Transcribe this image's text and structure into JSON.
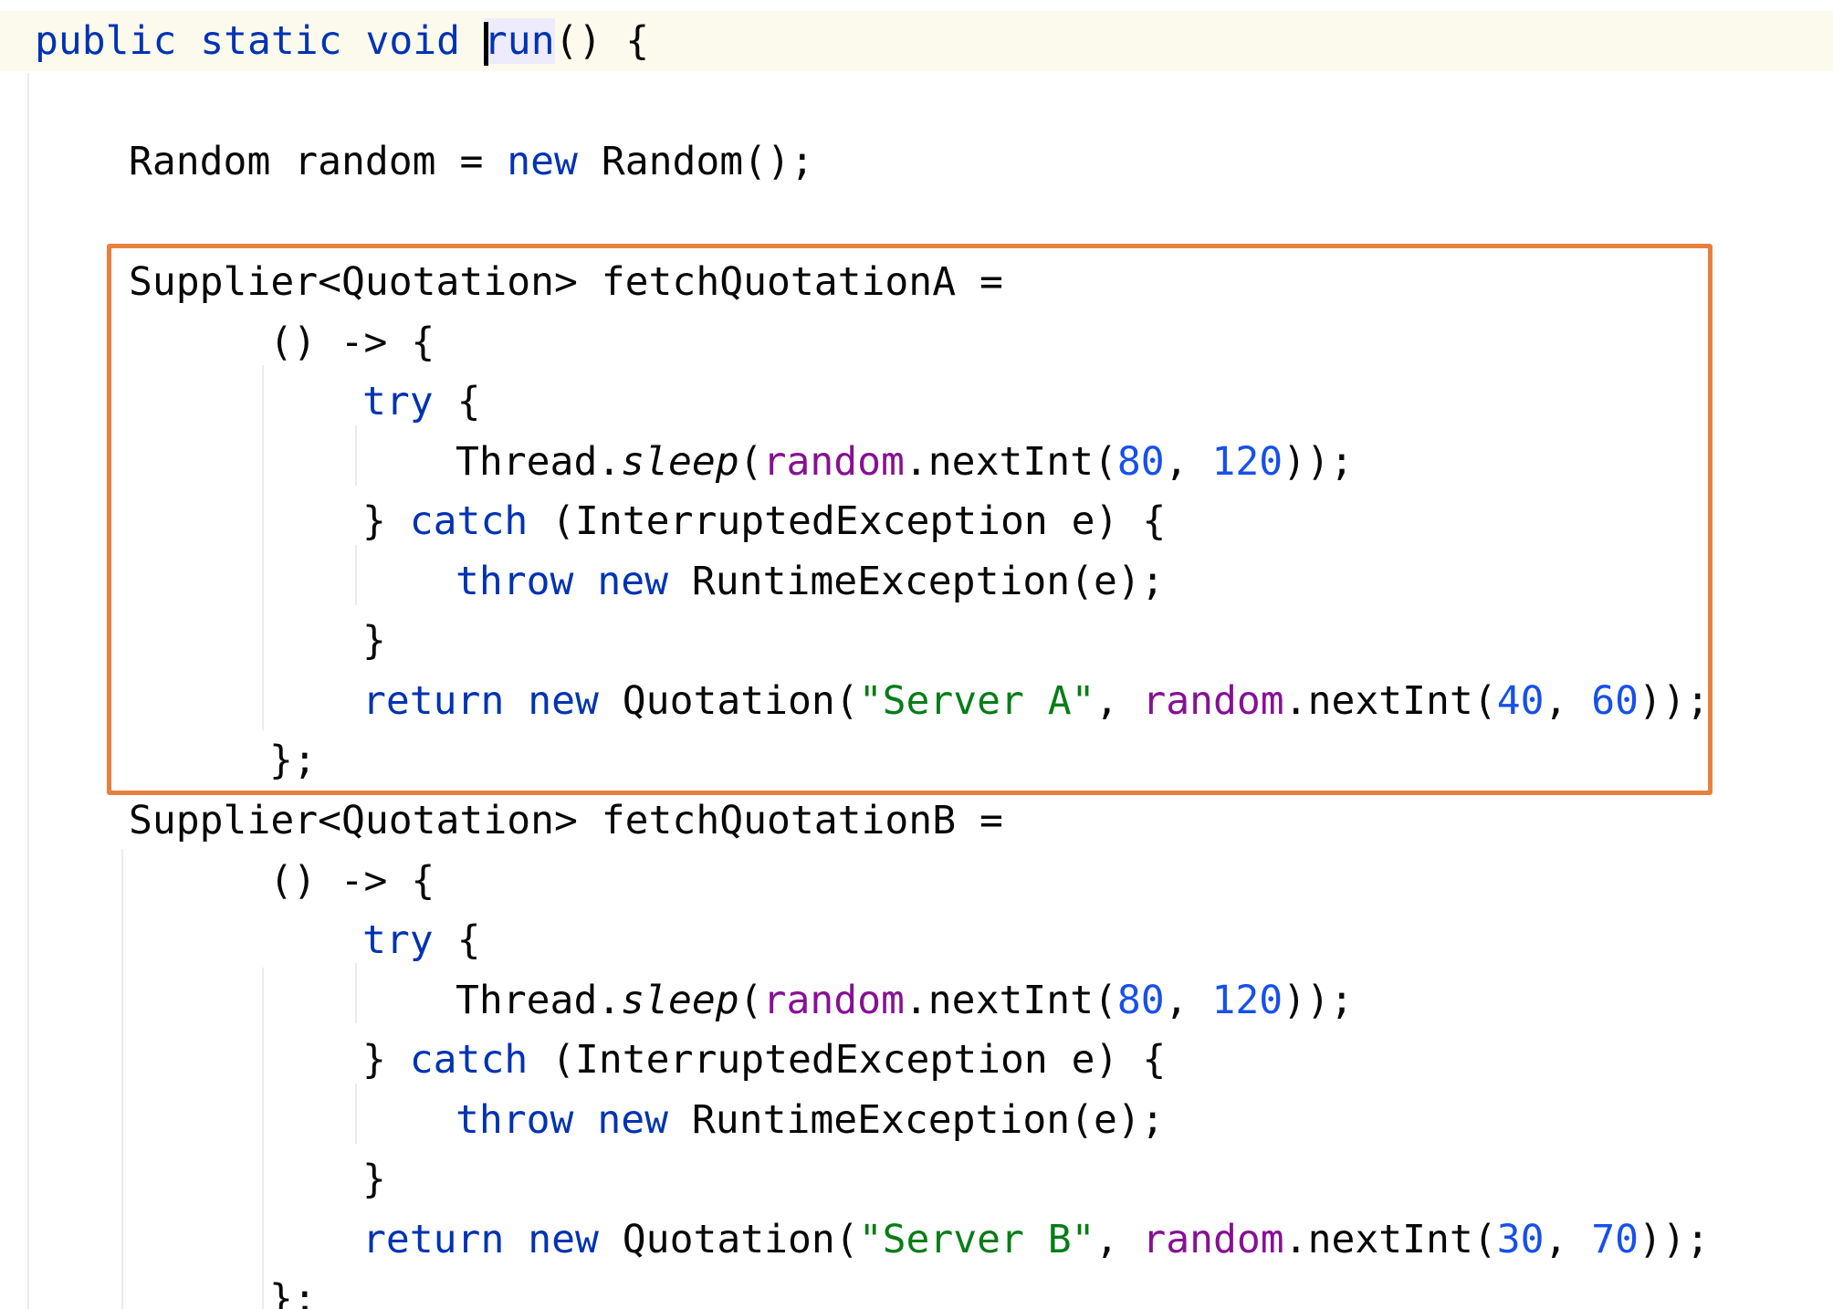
{
  "code": {
    "line1": {
      "kw1": "public",
      "kw2": "static",
      "kw3": "void",
      "method": "run",
      "rest": "() {"
    },
    "line2": {
      "type": "Random",
      "var": "random",
      "eq": "=",
      "kw_new": "new",
      "call": "Random();"
    },
    "blockA": {
      "decl": "Supplier<Quotation> fetchQuotationA =",
      "lambda_open": "() -> {",
      "kw_try": "try",
      "try_brace": "{",
      "sleep_obj": "Thread.",
      "sleep_method": "sleep",
      "paren_open": "(",
      "random_field": "random",
      "next_int": ".nextInt(",
      "sleep_min": "80",
      "comma": ", ",
      "sleep_max": "120",
      "sleep_close": "));",
      "catch_brace": "}",
      "kw_catch": "catch",
      "catch_rest": "(InterruptedException e) {",
      "kw_throw": "throw",
      "kw_new": "new",
      "throw_rest": "RuntimeException(e);",
      "close_brace": "}",
      "kw_return": "return",
      "kw_new2": "new",
      "quotation_open": "Quotation(",
      "server": "\"Server A\"",
      "comma2": ", ",
      "random_field2": "random",
      "next_int2": ".nextInt(",
      "price_min": "40",
      "comma3": ", ",
      "price_max": "60",
      "return_close": "));",
      "lambda_close": "};"
    },
    "blockB": {
      "decl": "Supplier<Quotation> fetchQuotationB =",
      "lambda_open": "() -> {",
      "kw_try": "try",
      "try_brace": "{",
      "sleep_obj": "Thread.",
      "sleep_method": "sleep",
      "paren_open": "(",
      "random_field": "random",
      "next_int": ".nextInt(",
      "sleep_min": "80",
      "comma": ", ",
      "sleep_max": "120",
      "sleep_close": "));",
      "catch_brace": "}",
      "kw_catch": "catch",
      "catch_rest": "(InterruptedException e) {",
      "kw_throw": "throw",
      "kw_new": "new",
      "throw_rest": "RuntimeException(e);",
      "close_brace": "}",
      "kw_return": "return",
      "kw_new2": "new",
      "quotation_open": "Quotation(",
      "server": "\"Server B\"",
      "comma2": ", ",
      "random_field2": "random",
      "next_int2": ".nextInt(",
      "price_min": "30",
      "comma3": ", ",
      "price_max": "70",
      "return_close": "));",
      "lambda_close": "};"
    }
  },
  "colors": {
    "keyword": "#0033b3",
    "number": "#1750eb",
    "string": "#067d17",
    "field": "#871094",
    "highlight_border": "#e8803f",
    "current_line": "#fcfaed"
  }
}
